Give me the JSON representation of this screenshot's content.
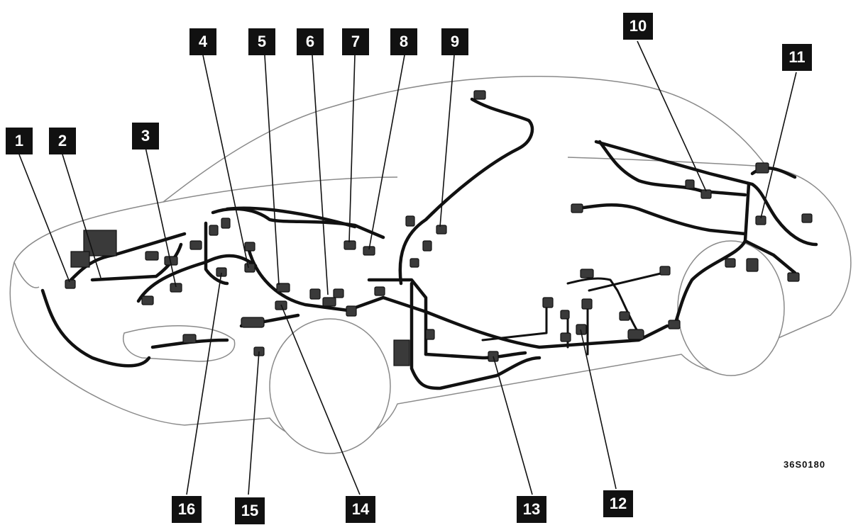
{
  "diagram": {
    "callouts": [
      {
        "label": "1"
      },
      {
        "label": "2"
      },
      {
        "label": "3"
      },
      {
        "label": "4"
      },
      {
        "label": "5"
      },
      {
        "label": "6"
      },
      {
        "label": "7"
      },
      {
        "label": "8"
      },
      {
        "label": "9"
      },
      {
        "label": "10"
      },
      {
        "label": "11"
      },
      {
        "label": "12"
      },
      {
        "label": "13"
      },
      {
        "label": "14"
      },
      {
        "label": "15"
      },
      {
        "label": "16"
      }
    ],
    "code": "36S0180"
  }
}
